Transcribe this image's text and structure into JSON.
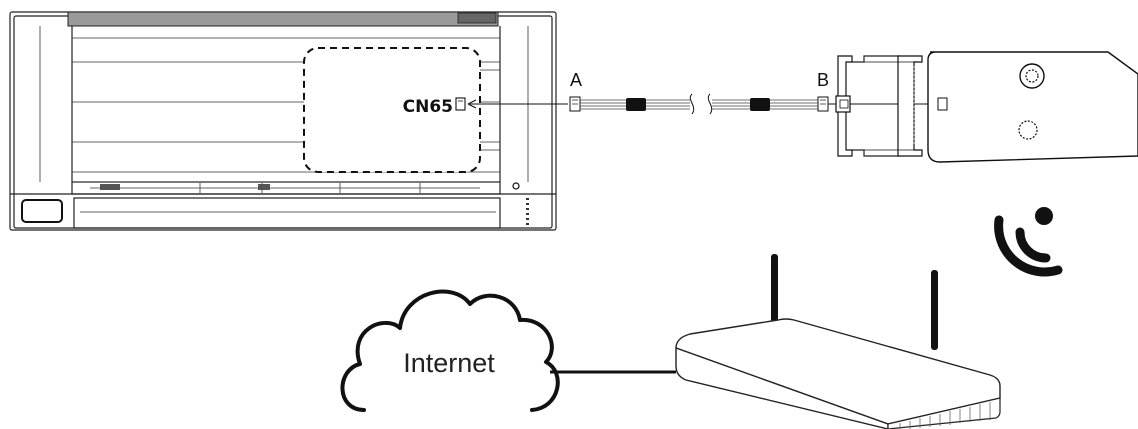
{
  "labels": {
    "connector_main": "CN65",
    "cable_end_a": "A",
    "cable_end_b": "B",
    "cloud": "Internet"
  },
  "icons": {
    "wireless": "wifi-signal-icon",
    "cloud": "cloud-icon",
    "router": "router-icon",
    "indoor_unit": "air-conditioner-indoor-unit-icon",
    "wifi_module": "wifi-module-icon"
  },
  "colors": {
    "stroke": "#222222",
    "fill_dark": "#111111",
    "background": "#ffffff"
  }
}
